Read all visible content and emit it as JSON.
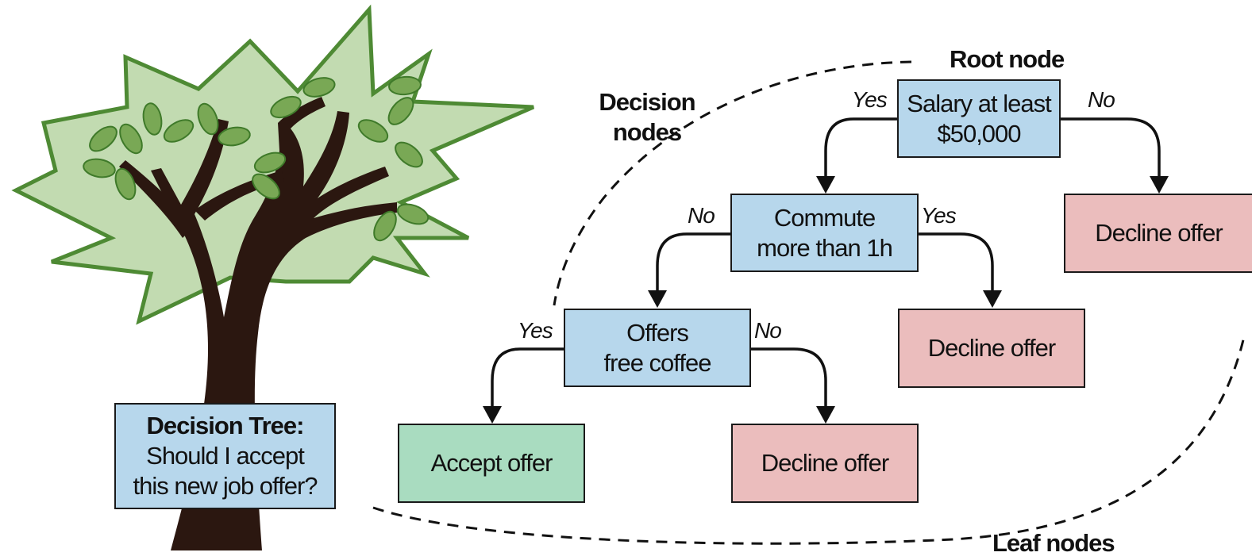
{
  "title_box": {
    "line1": "Decision Tree:",
    "line2": "Should I accept",
    "line3": "this new job offer?"
  },
  "callouts": {
    "root": "Root node",
    "decision": "Decision\nnodes",
    "leaf": "Leaf nodes"
  },
  "nodes": {
    "root": {
      "line1": "Salary at least",
      "line2": "$50,000"
    },
    "commute": {
      "line1": "Commute",
      "line2": "more than 1h"
    },
    "coffee": {
      "line1": "Offers",
      "line2": "free coffee"
    },
    "leaf_decline_1": "Decline offer",
    "leaf_decline_2": "Decline offer",
    "leaf_decline_3": "Decline offer",
    "leaf_accept": "Accept offer"
  },
  "edges": {
    "root_yes": "Yes",
    "root_no": "No",
    "commute_no": "No",
    "commute_yes": "Yes",
    "coffee_yes": "Yes",
    "coffee_no": "No"
  },
  "colors": {
    "decision": "#b7d7ec",
    "decline": "#ebbdbd",
    "accept": "#a9dcc0",
    "foliage": "#c2dbb1",
    "foliage_outline": "#4e8a34",
    "leaf": "#79a855",
    "trunk": "#2b1710"
  }
}
